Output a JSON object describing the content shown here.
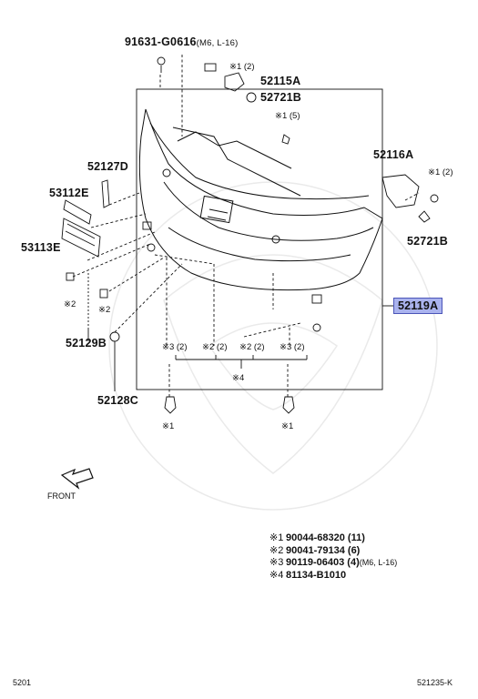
{
  "labels": {
    "p91631": "91631-G0616",
    "p91631_note": "(M6, L-16)",
    "p52115a": "52115A",
    "p52721b_top": "52721B",
    "p52116a": "52116A",
    "p52721b_right": "52721B",
    "p52127d": "52127D",
    "p53112e": "53112E",
    "p53113e": "53113E",
    "p52119a": "52119A",
    "p52129b": "52129B",
    "p52128c": "52128C",
    "front": "FRONT"
  },
  "callouts": {
    "top_k1_2": "※1 (2)",
    "top_k1_5": "※1 (5)",
    "right_k1_2": "※1 (2)",
    "left_k2_a": "※2",
    "left_k2_b": "※2",
    "k3_2_left": "※3 (2)",
    "k2_2_a": "※2 (2)",
    "k2_2_b": "※2 (2)",
    "k3_2_right": "※3 (2)",
    "k4": "※4",
    "k1_bl": "※1",
    "k1_br": "※1"
  },
  "legend": [
    {
      "mark": "※1",
      "part": "90044-68320",
      "qty": "(11)",
      "note": ""
    },
    {
      "mark": "※2",
      "part": "90041-79134",
      "qty": "(6)",
      "note": ""
    },
    {
      "mark": "※3",
      "part": "90119-06403",
      "qty": "(4)",
      "note": "(M6, L-16)"
    },
    {
      "mark": "※4",
      "part": "81134-B1010",
      "qty": "",
      "note": ""
    }
  ],
  "footer": {
    "left": "5201",
    "right": "521235-K"
  },
  "colors": {
    "highlight_bg": "#aab3ee",
    "highlight_border": "#4b55b8",
    "ink": "#111111"
  }
}
